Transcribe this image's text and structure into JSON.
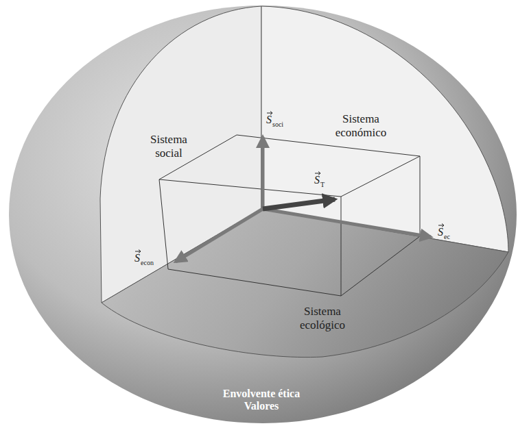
{
  "diagram": {
    "labels": [
      "Sistema social",
      "Sistema económico",
      "Sistema ecológico",
      "Envolvente ética Valores",
      "S",
      "soci",
      "S",
      "T",
      "S",
      "ec",
      "S",
      "econ"
    ]
  }
}
